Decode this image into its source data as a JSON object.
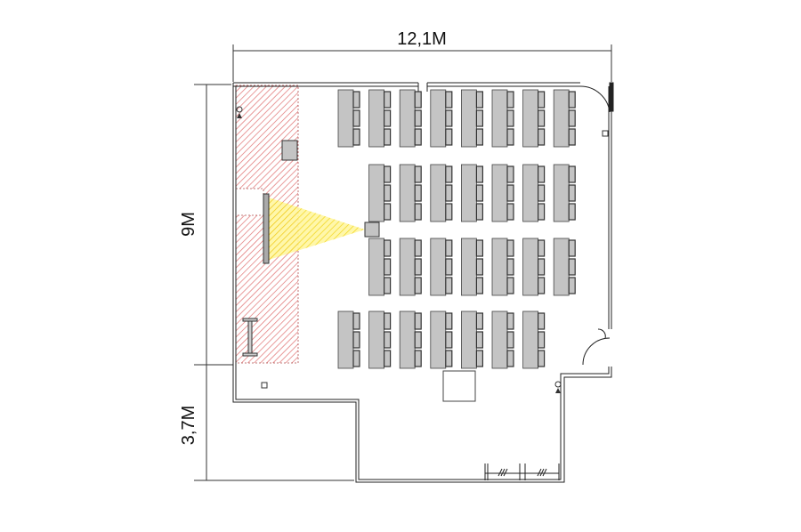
{
  "dimensions": {
    "width_label": "12,1M",
    "upper_height_label": "9M",
    "lower_height_label": "3,7M"
  },
  "colors": {
    "table": "#c4c4c4",
    "stage_hatch": "#e05050",
    "projection": "#f5d800",
    "wall": "#222222"
  },
  "layout": {
    "rows": [
      {
        "tables": 8,
        "start_column": 0
      },
      {
        "tables": 7,
        "start_column": 1
      },
      {
        "tables": 7,
        "start_column": 1
      },
      {
        "tables": 7,
        "start_column": 0
      }
    ],
    "chairs_per_table": 3
  }
}
